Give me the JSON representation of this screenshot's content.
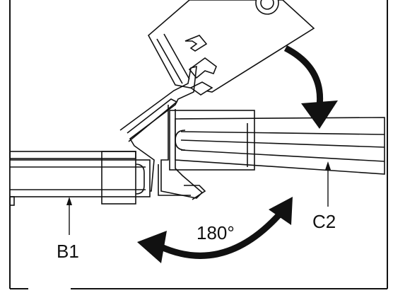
{
  "labels": {
    "left_panel": "B1",
    "right_panel": "C2",
    "rotation": "180°"
  }
}
